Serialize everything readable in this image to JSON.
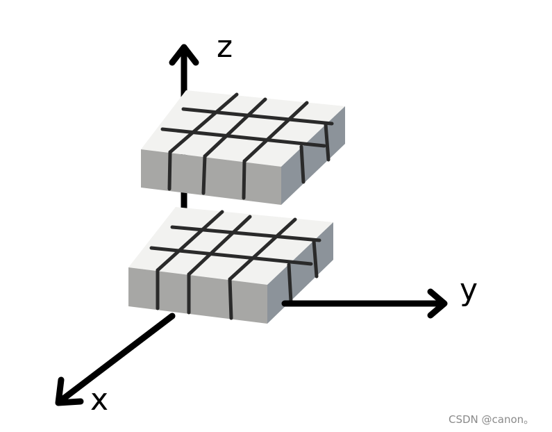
{
  "axes": {
    "x_label": "x",
    "y_label": "y",
    "z_label": "z"
  },
  "colors": {
    "top_face": "#f2f2f0",
    "front_face": "#a7a7a5",
    "side_face": "#8c939a",
    "grid_line": "#2a2a2a",
    "axis": "#000000"
  },
  "watermark": "CSDN @canon。"
}
